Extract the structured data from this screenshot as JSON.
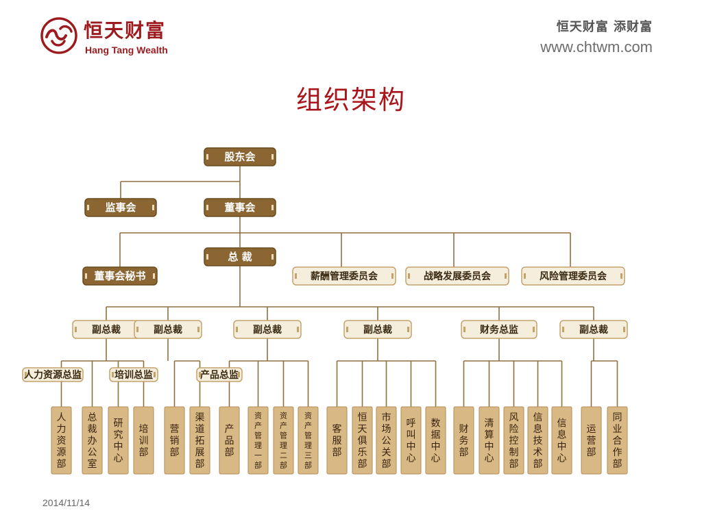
{
  "header": {
    "brand_cn": "恒天财富",
    "brand_en": "Hang Tang Wealth",
    "slogan": "恒天财富  添财富",
    "website": "www.chtwm.com"
  },
  "title": "组织架构",
  "footer": {
    "date": "2014/11/14"
  },
  "colors": {
    "brown": "#8b6632",
    "brown_dark": "#6b4a1e",
    "light_fill": "#f6eedd",
    "light_border": "#c4a26c",
    "tan_fill": "#d8b884",
    "line": "#8e6f3e",
    "brand_red": "#9b1b1f"
  },
  "org_chart": {
    "top": [
      {
        "key": "shareholders",
        "label": "股东会",
        "style": "dark"
      },
      {
        "key": "supervisors",
        "label": "监事会",
        "style": "dark"
      },
      {
        "key": "board",
        "label": "董事会",
        "style": "dark"
      },
      {
        "key": "president",
        "label": "总 裁",
        "style": "dark"
      },
      {
        "key": "board_secretary",
        "label": "董事会秘书",
        "style": "dark"
      }
    ],
    "committees": [
      {
        "key": "comp_committee",
        "label": "薪酬管理委员会"
      },
      {
        "key": "strategy_committee",
        "label": "战略发展委员会"
      },
      {
        "key": "risk_committee",
        "label": "风险管理委员会"
      }
    ],
    "divisions": [
      {
        "key": "vp1",
        "label": "副总裁"
      },
      {
        "key": "vp2",
        "label": "副总裁"
      },
      {
        "key": "vp3",
        "label": "副总裁"
      },
      {
        "key": "vp4",
        "label": "副总裁"
      },
      {
        "key": "cfo",
        "label": "财务总监"
      },
      {
        "key": "vp5",
        "label": "副总裁"
      }
    ],
    "directors": [
      {
        "key": "hr_director",
        "label": "人力资源总监"
      },
      {
        "key": "training_director",
        "label": "培训总监"
      },
      {
        "key": "product_director",
        "label": "产品总监"
      }
    ],
    "departments": [
      {
        "key": "d1",
        "label": "人力资源部"
      },
      {
        "key": "d2",
        "label": "总裁办公室"
      },
      {
        "key": "d3",
        "label": "研究中心"
      },
      {
        "key": "d4",
        "label": "培训部"
      },
      {
        "key": "d5",
        "label": "营销部"
      },
      {
        "key": "d6",
        "label": "渠道拓展部"
      },
      {
        "key": "d7",
        "label": "产品部"
      },
      {
        "key": "d8",
        "label": "资产管理一部"
      },
      {
        "key": "d9",
        "label": "资产管理二部"
      },
      {
        "key": "d10",
        "label": "资产管理三部"
      },
      {
        "key": "d11",
        "label": "客服部"
      },
      {
        "key": "d12",
        "label": "恒天俱乐部"
      },
      {
        "key": "d13",
        "label": "市场公关部"
      },
      {
        "key": "d14",
        "label": "呼叫中心"
      },
      {
        "key": "d15",
        "label": "数据中心"
      },
      {
        "key": "d16",
        "label": "财务部"
      },
      {
        "key": "d17",
        "label": "清算中心"
      },
      {
        "key": "d18",
        "label": "风险控制部"
      },
      {
        "key": "d19",
        "label": "信息技术部"
      },
      {
        "key": "d20",
        "label": "信息中心"
      },
      {
        "key": "d21",
        "label": "运营部"
      },
      {
        "key": "d22",
        "label": "同业合作部"
      }
    ]
  }
}
